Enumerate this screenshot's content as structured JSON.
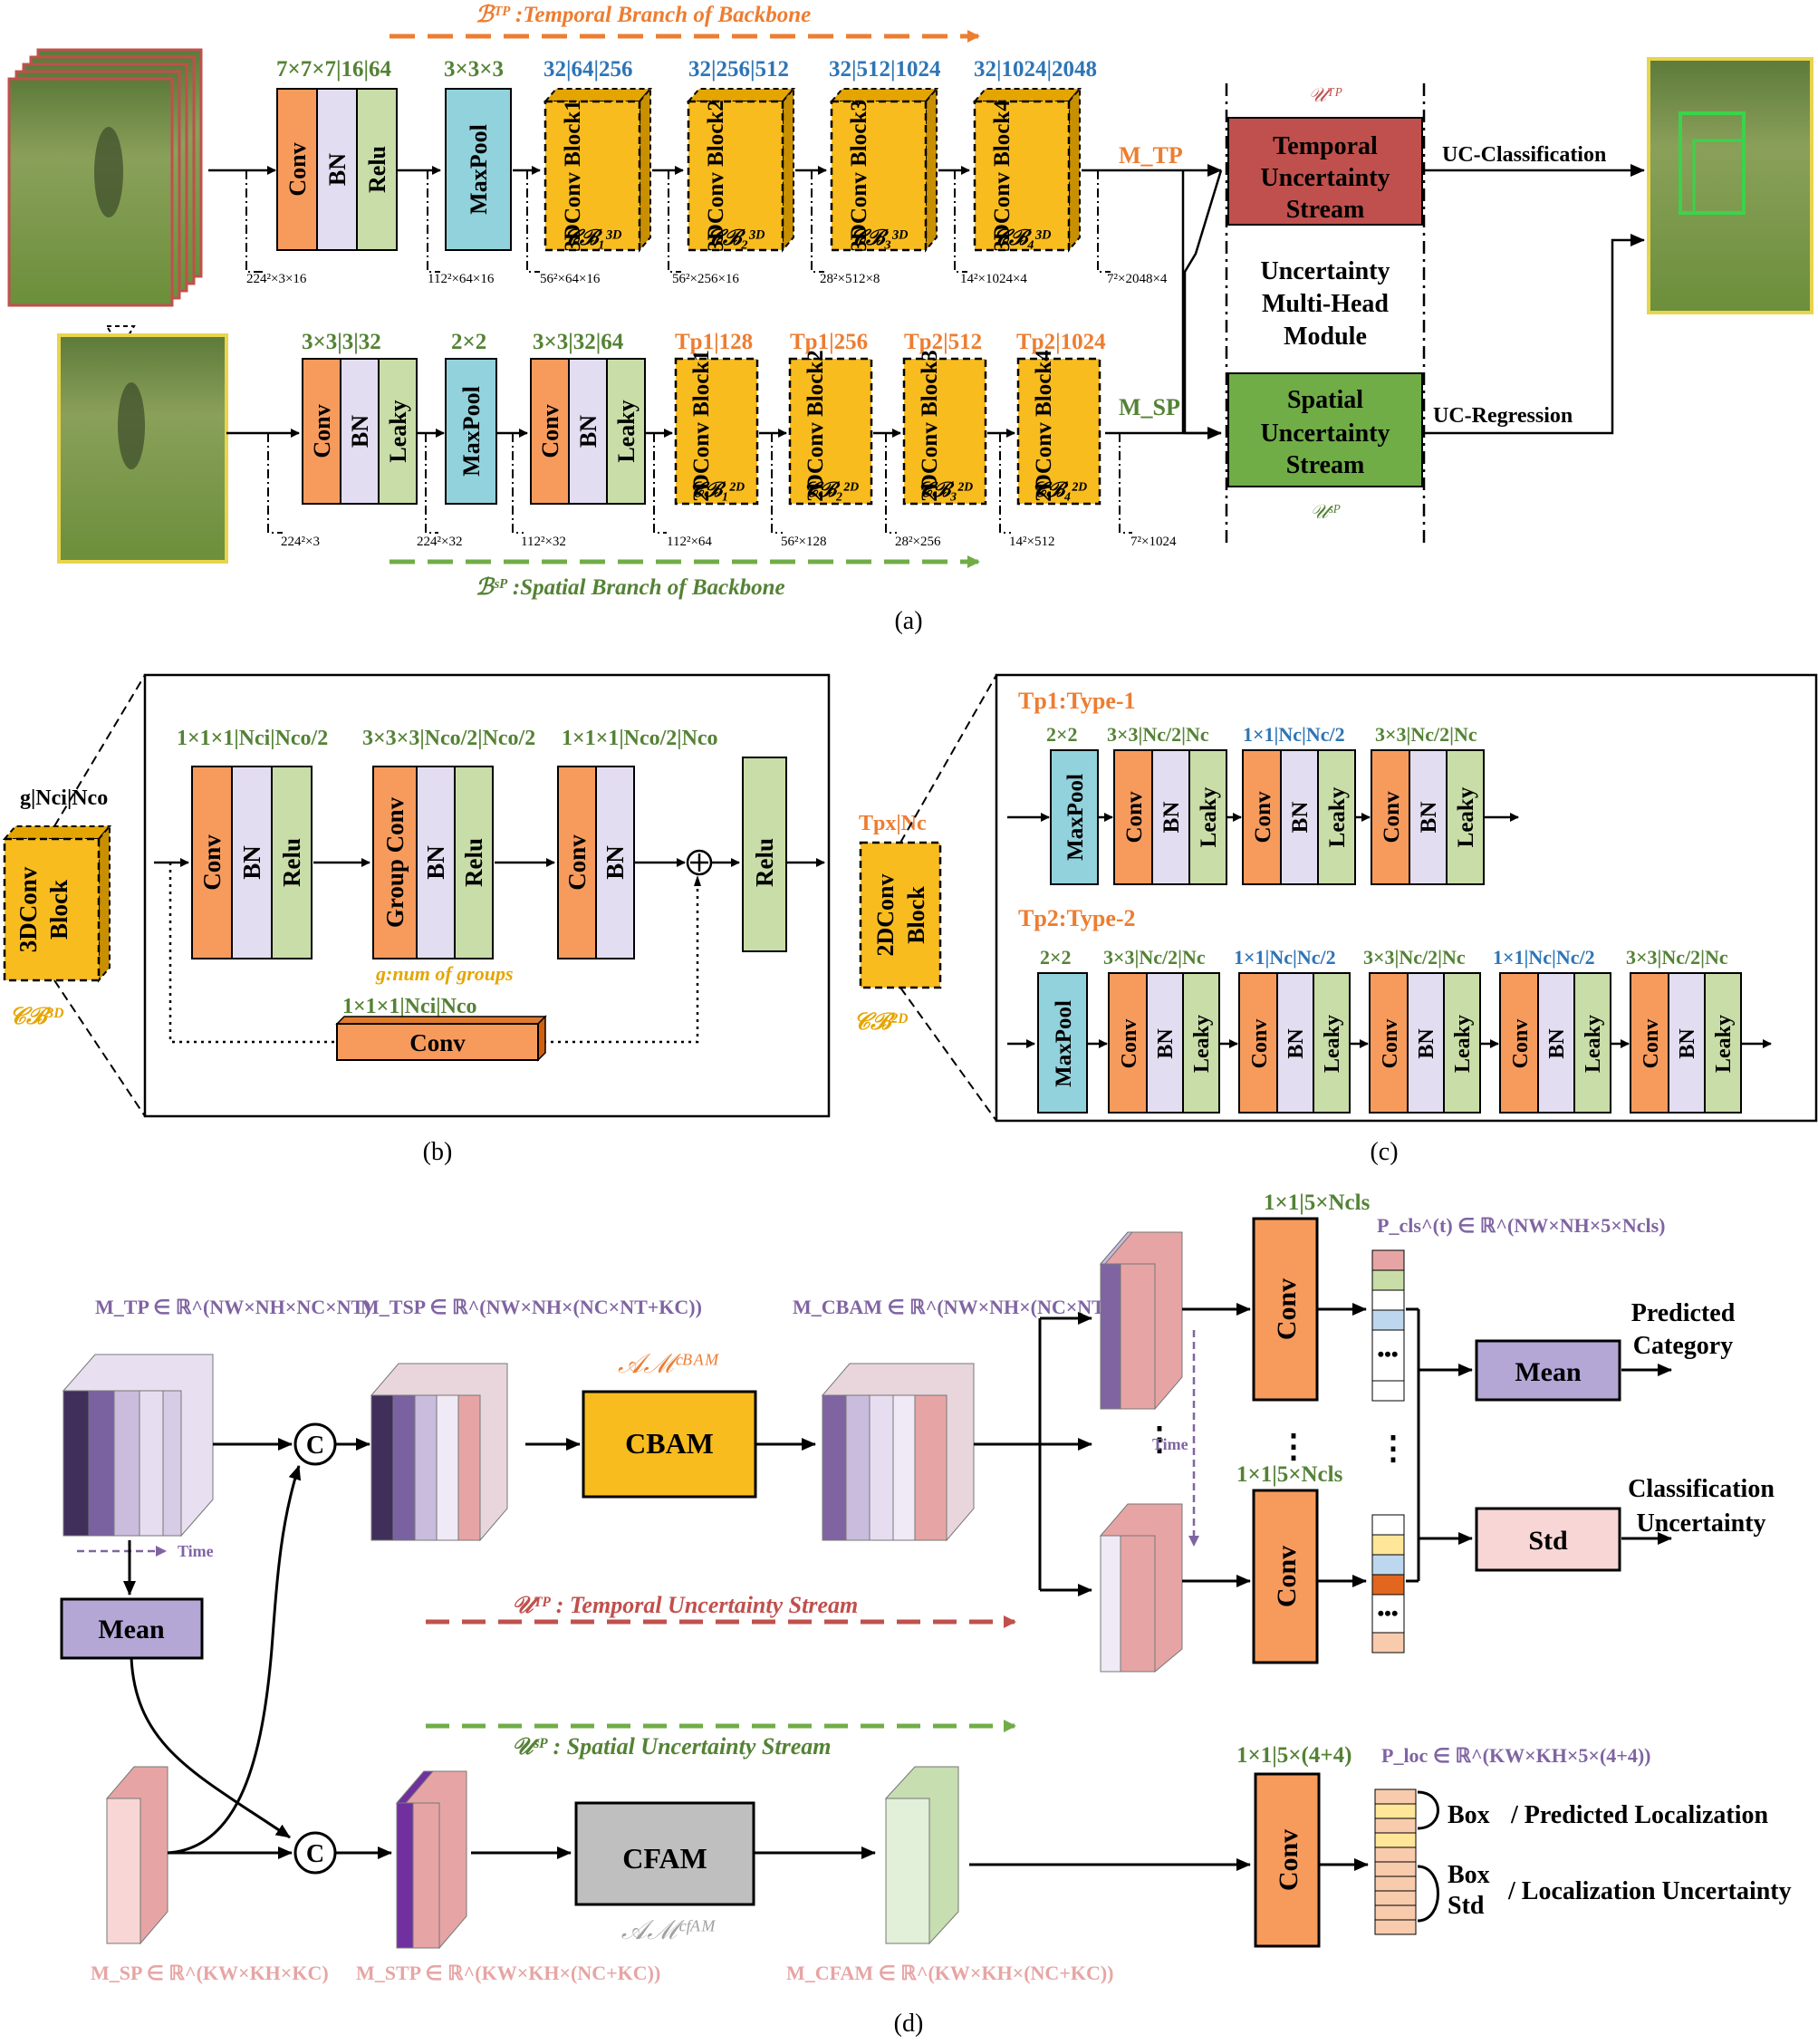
{
  "panel_a": {
    "caption": "(a)",
    "temporal_branch": "ℬᵀᴾ :Temporal Branch of Backbone",
    "spatial_branch": "ℬˢᴾ :Spatial Branch of Backbone",
    "top_specs": [
      "7×7×7|16|64",
      "3×3×3",
      "32|64|256",
      "32|256|512",
      "32|512|1024",
      "32|1024|2048"
    ],
    "top_blocks": [
      "3DConv Block1",
      "3DConv Block2",
      "3DConv Block3",
      "3DConv Block4"
    ],
    "top_block_subs": [
      "𝒞ℬ₁³ᴰ",
      "𝒞ℬ₂³ᴰ",
      "𝒞ℬ₃³ᴰ",
      "𝒞ℬ₄³ᴰ"
    ],
    "top_dims": [
      "224²×3×16",
      "112²×64×16",
      "56²×64×16",
      "56²×256×16",
      "28²×512×8",
      "14²×1024×4",
      "7²×2048×4"
    ],
    "bot_specs": [
      "3×3|3|32",
      "2×2",
      "3×3|32|64",
      "Tp1|128",
      "Tp1|256",
      "Tp2|512",
      "Tp2|1024"
    ],
    "bot_blocks": [
      "2DConv Block1",
      "2DConv Block2",
      "2DConv Block3",
      "2DConv Block4"
    ],
    "bot_block_subs": [
      "𝒞ℬ₁²ᴰ",
      "𝒞ℬ₂²ᴰ",
      "𝒞ℬ₃²ᴰ",
      "𝒞ℬ₄²ᴰ"
    ],
    "bot_dims": [
      "224²×3",
      "224²×32",
      "112²×32",
      "112²×64",
      "56²×128",
      "28²×256",
      "14²×512",
      "7²×1024"
    ],
    "layer_labels": {
      "conv": "Conv",
      "bn": "BN",
      "relu": "Relu",
      "leaky": "Leaky",
      "maxpool": "MaxPool"
    },
    "m_tp": "M_TP",
    "m_sp": "M_SP",
    "u_tp": "𝒰ᵀᴾ",
    "u_sp": "𝒰ˢᴾ",
    "temporal_stream": [
      "Temporal",
      "Uncertainty",
      "Stream"
    ],
    "multi_head": [
      "Uncertainty",
      "Multi-Head",
      "Module"
    ],
    "spatial_stream": [
      "Spatial",
      "Uncertainty",
      "Stream"
    ],
    "uc_classification": "UC-Classification",
    "uc_regression": "UC-Regression"
  },
  "panel_b": {
    "caption": "(b)",
    "block_label": [
      "3DConv",
      "Block"
    ],
    "block_spec": "g|Nci|Nco",
    "block_sub": "𝒞ℬ³ᴰ",
    "spec1": "1×1×1|Nci|Nco/2",
    "spec2": "3×3×3|Nco/2|Nco/2",
    "spec3": "1×1×1|Nco/2|Nco",
    "spec4": "1×1×1|Nci|Nco",
    "group_conv": "Group Conv",
    "groups_note": "g:num of groups",
    "shortcut_conv": "Conv"
  },
  "panel_c": {
    "caption": "(c)",
    "block_label": [
      "2DConv",
      "Block"
    ],
    "block_spec": "Tpx|Nc",
    "block_sub": "𝒞ℬ²ᴰ",
    "type1_title": "Tp1:Type-1",
    "type2_title": "Tp2:Type-2",
    "type1_specs": [
      "2×2",
      "3×3|Nc/2|Nc",
      "1×1|Nc|Nc/2",
      "3×3|Nc/2|Nc"
    ],
    "type2_specs": [
      "2×2",
      "3×3|Nc/2|Nc",
      "1×1|Nc|Nc/2",
      "3×3|Nc/2|Nc",
      "1×1|Nc|Nc/2",
      "3×3|Nc/2|Nc"
    ]
  },
  "panel_d": {
    "caption": "(d)",
    "m_tp_def": "M_TP ∈ ℝ^(NW×NH×NC×NT)",
    "m_tsp_def": "M_TSP ∈ ℝ^(NW×NH×(NC×NT+KC))",
    "m_cbam_def": "M_CBAM ∈ ℝ^(NW×NH×(NC×NT+KC))",
    "m_sp_def": "M_SP ∈ ℝ^(KW×KH×KC)",
    "m_stp_def": "M_STP ∈ ℝ^(KW×KH×(NC+KC))",
    "m_cfam_def": "M_CFAM ∈ ℝ^(KW×KH×(NC+KC))",
    "p_cls_def": "P_cls^(t) ∈ ℝ^(NW×NH×5×Ncls)",
    "p_loc_def": "P_loc ∈ ℝ^(KW×KH×5×(4+4))",
    "time": "Time",
    "mean": "Mean",
    "std": "Std",
    "cbam": "CBAM",
    "cfam": "CFAM",
    "am_cbam": "𝒜ℳᶜᴮᴬᴹ",
    "am_cfam": "𝒜ℳᶜᶠᴬᴹ",
    "concat": "C",
    "conv": "Conv",
    "spec_cls": "1×1|5×Ncls",
    "spec_loc": "1×1|5×(4+4)",
    "temporal_stream": "𝒰ᵀᴾ : Temporal Uncertainty Stream",
    "spatial_stream": "𝒰ˢᴾ : Spatial Uncertainty Stream",
    "predicted_category": [
      "Predicted",
      "Category"
    ],
    "classification_uncertainty": [
      "Classification",
      "Uncertainty"
    ],
    "box": "Box",
    "box_std": [
      "Box",
      "Std"
    ],
    "predicted_localization": "/ Predicted Localization",
    "localization_uncertainty": "/ Localization Uncertainty"
  },
  "colors": {
    "conv": "#F79B5D",
    "bn": "#E3DDF1",
    "relu": "#C9DDA8",
    "maxpool": "#92D2DC",
    "block": "#F9BC1F",
    "temporal": "#C0504D",
    "spatial": "#70AD47",
    "orange_text": "#ED7D31",
    "green_text": "#548235",
    "blue_text": "#2E75B6",
    "purple": "#8064A2",
    "cfam": "#BFBFBF",
    "pink": "#E6A5A4"
  }
}
